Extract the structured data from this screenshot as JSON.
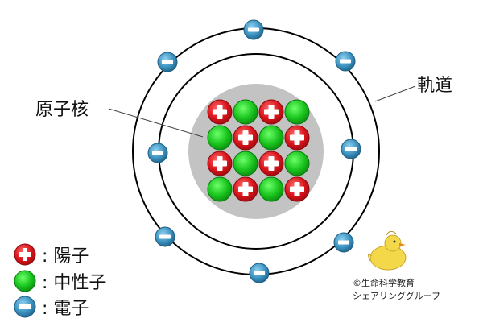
{
  "labels": {
    "nucleus": "原子核",
    "orbit": "軌道"
  },
  "legend": [
    {
      "icon": "proton-icon",
      "text": ": 陽子"
    },
    {
      "icon": "neutron-icon",
      "text": ": 中性子"
    },
    {
      "icon": "electron-icon",
      "text": ": 電子"
    }
  ],
  "credit": {
    "line1": "©生命科学教育",
    "line2": "シェアリンググループ"
  },
  "nucleus_grid": [
    [
      "p",
      "n",
      "p",
      "n"
    ],
    [
      "n",
      "p",
      "n",
      "p"
    ],
    [
      "p",
      "n",
      "p",
      "n"
    ],
    [
      "n",
      "p",
      "n",
      "p"
    ]
  ],
  "colors": {
    "proton": "#d9141b",
    "neutron": "#19c41d",
    "electron": "#3c93c0",
    "nucleus_bg": "#c3c3c3",
    "orbit": "#000000"
  }
}
